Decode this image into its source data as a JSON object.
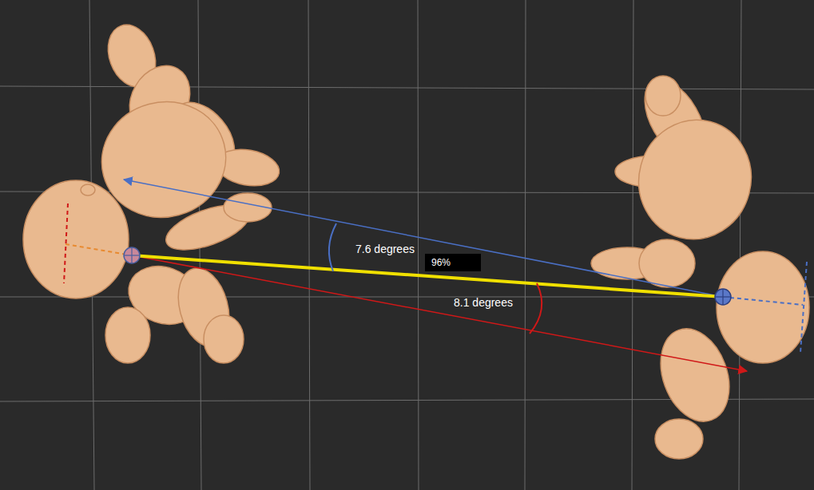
{
  "diagram": {
    "labels": [
      "7.6 degrees",
      "96%",
      "8.1 degrees"
    ]
  }
}
